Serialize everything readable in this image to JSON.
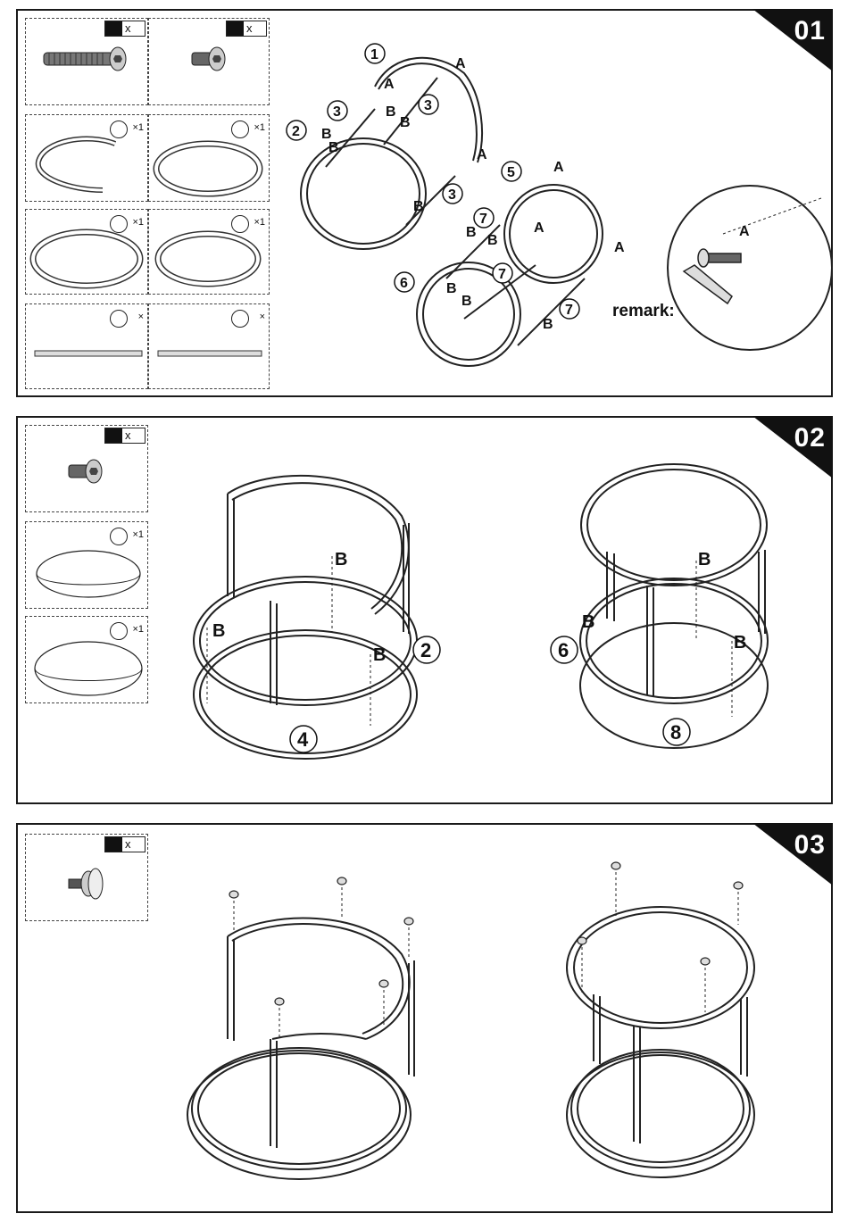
{
  "steps": [
    {
      "number": "01"
    },
    {
      "number": "02"
    },
    {
      "number": "03"
    }
  ],
  "qty": {
    "x": "x",
    "x1": "×1",
    "x_sym": "×"
  },
  "labels": {
    "A": "A",
    "B": "B",
    "n1": "1",
    "n2": "2",
    "n3": "3",
    "n4": "4",
    "n5": "5",
    "n6": "6",
    "n7": "7",
    "n8": "8"
  },
  "remark": "remark:",
  "icons": {
    "hex_bolt": "hex-bolt-icon",
    "allen_key": "allen-key-icon",
    "foot_pad": "foot-pad-icon"
  }
}
